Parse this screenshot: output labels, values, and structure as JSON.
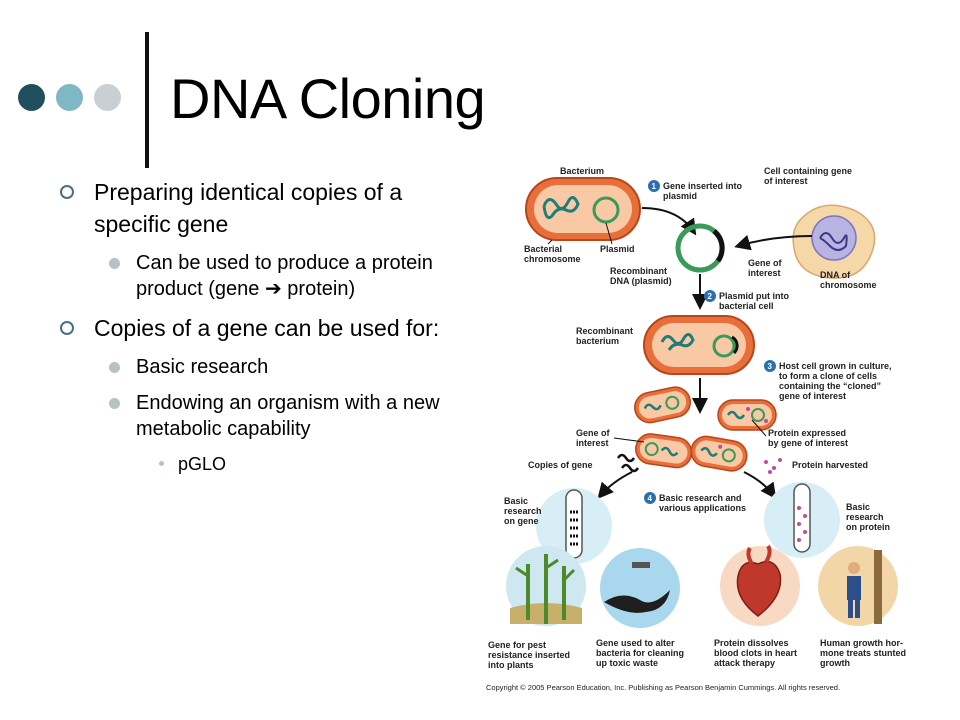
{
  "theme": {
    "dot_colors": [
      "#1f4e5f",
      "#7fb8c4",
      "#c9cfd2"
    ],
    "bullet_ring": "#4a6f80"
  },
  "title": "DNA Cloning",
  "bullets": [
    {
      "text": "Preparing identical copies of a specific gene",
      "sub": [
        {
          "text": "Can be used to produce a protein product (gene ➔ protein)"
        }
      ]
    },
    {
      "text": "Copies of a gene can be used for:",
      "sub": [
        {
          "text": "Basic research"
        },
        {
          "text": "Endowing an organism with a new metabolic capability",
          "sub": [
            "pGLO"
          ]
        }
      ]
    }
  ],
  "diagram": {
    "labels": {
      "bacterium": "Bacterium",
      "cell_gene_1": "Cell containing gene",
      "cell_gene_2": "of interest",
      "step1_1": "Gene inserted into",
      "step1_2": "plasmid",
      "bact_chrom_1": "Bacterial",
      "bact_chrom_2": "chromosome",
      "plasmid": "Plasmid",
      "recomb_dna_1": "Recombinant",
      "recomb_dna_2": "DNA (plasmid)",
      "gene_int_1": "Gene of",
      "gene_int_2": "interest",
      "dna_chrom_1": "DNA of",
      "dna_chrom_2": "chromosome",
      "step2_1": "Plasmid put into",
      "step2_2": "bacterial cell",
      "recomb_bact_1": "Recombinant",
      "recomb_bact_2": "bacterium",
      "step3_1": "Host cell grown in culture,",
      "step3_2": "to form a clone of cells",
      "step3_3": "containing the “cloned”",
      "step3_4": "gene of interest",
      "gene_int2_1": "Gene of",
      "gene_int2_2": "interest",
      "protein_expr_1": "Protein expressed",
      "protein_expr_2": "by gene of interest",
      "copies_gene": "Copies of gene",
      "protein_harvested": "Protein harvested",
      "step4_1": "Basic research and",
      "step4_2": "various applications",
      "br_gene_1": "Basic",
      "br_gene_2": "research",
      "br_gene_3": "on gene",
      "br_prot_1": "Basic",
      "br_prot_2": "research",
      "br_prot_3": "on protein",
      "app1_1": "Gene for pest",
      "app1_2": "resistance inserted",
      "app1_3": "into plants",
      "app2_1": "Gene used to alter",
      "app2_2": "bacteria for cleaning",
      "app2_3": "up toxic waste",
      "app3_1": "Protein dissolves",
      "app3_2": "blood clots in heart",
      "app3_3": "attack therapy",
      "app4_1": "Human growth hor-",
      "app4_2": "mone treats stunted",
      "app4_3": "growth",
      "step_numbers": [
        "1",
        "2",
        "3",
        "4"
      ],
      "copyright": "Copyright © 2005 Pearson Education, Inc. Publishing as Pearson Benjamin Cummings. All rights reserved."
    }
  }
}
